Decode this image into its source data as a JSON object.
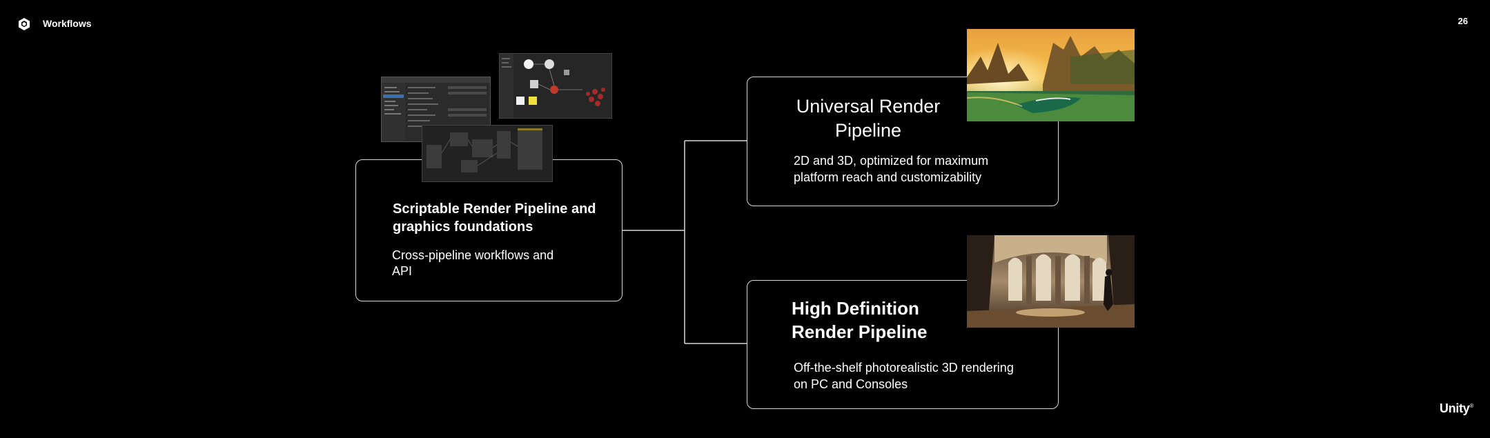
{
  "header": {
    "section_title": "Workflows",
    "page_number": "26",
    "logo_icon": "unity-cube-icon"
  },
  "footer": {
    "brand": "Unity"
  },
  "left_card": {
    "title": "Scriptable Render Pipeline and graphics foundations",
    "description": "Cross-pipeline workflows and API"
  },
  "urp_card": {
    "title": "Universal Render Pipeline",
    "description": "2D and 3D, optimized for maximum platform reach and customizability"
  },
  "hdrp_card": {
    "title": "High Definition Render Pipeline",
    "description": "Off-the-shelf photorealistic 3D rendering on PC and Consoles"
  },
  "colors": {
    "background": "#000000",
    "border": "#d9d9d9",
    "text": "#ffffff"
  }
}
